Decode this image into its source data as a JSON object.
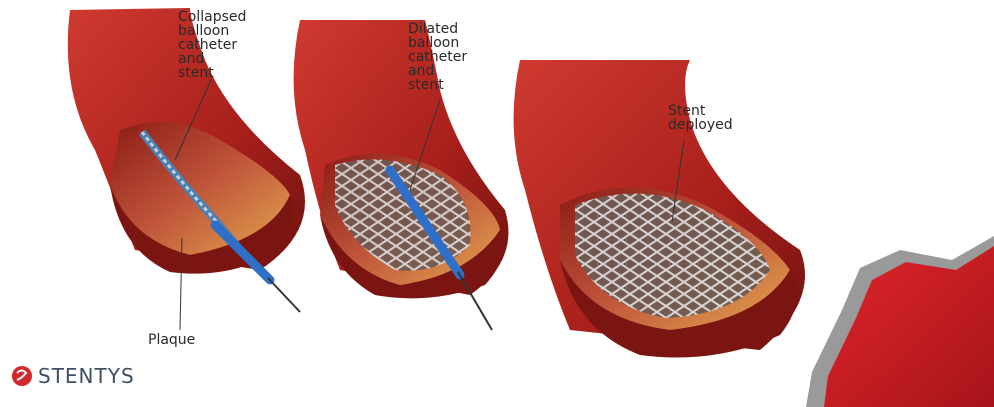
{
  "labels": {
    "collapsed": "Collapsed\nballoon\ncatheter\nand\nstent",
    "dilated": "Dilated\nballoon\ncatheter\nand\nstent",
    "deployed": "Stent\ndeployed",
    "plaque": "Plaque"
  },
  "brand": {
    "name": "STENTYS",
    "color": "#d1282e",
    "text_color": "#3f4f63"
  },
  "colors": {
    "artery_outer": "#b3231e",
    "artery_inner": "#7d1512",
    "artery_highlight": "#d9473b",
    "plaque": "#e5b250",
    "stent": "#c9c9c9",
    "catheter": "#2f6fc8",
    "accent_shape": "#d01f25"
  },
  "icons": [
    "stentys-logo-icon"
  ]
}
